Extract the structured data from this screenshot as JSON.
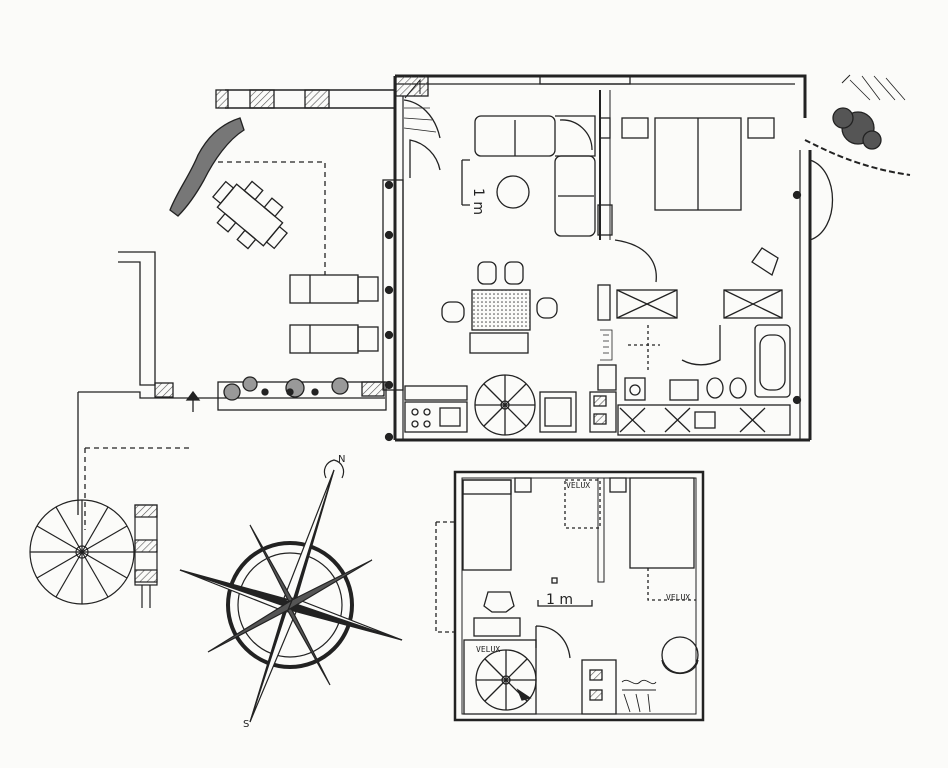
{
  "ground_floor": {
    "scale_label": "1 m"
  },
  "upper_floor": {
    "scale_label": "1 m",
    "skylight_labels": [
      "VELUX",
      "VELUX",
      "VELUX"
    ]
  },
  "compass": {
    "north_label": "N",
    "south_label": "S"
  },
  "colors": {
    "ink": "#222222",
    "paper": "#fbfbf9",
    "hatch": "#555555"
  }
}
